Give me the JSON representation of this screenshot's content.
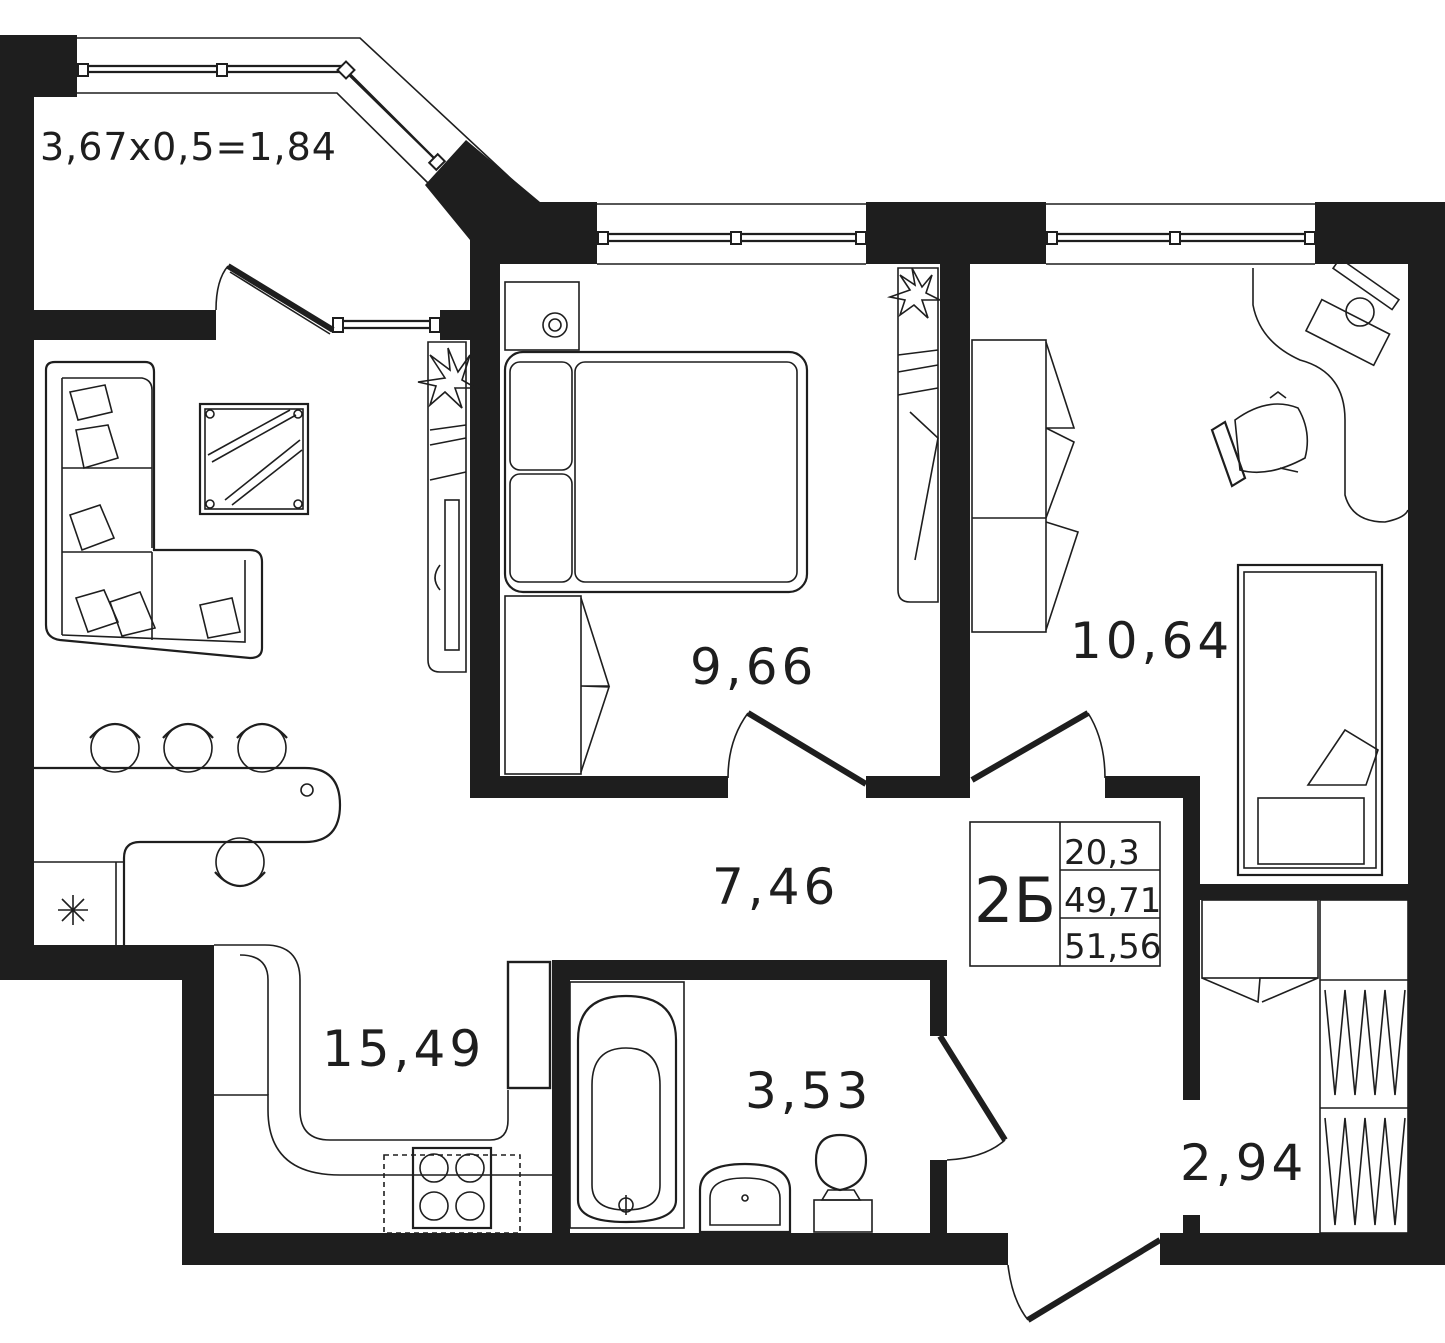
{
  "plan": {
    "unit_code": "2Б",
    "areas": {
      "living": "20,3",
      "total_no_balcony": "49,71",
      "total": "51,56"
    },
    "rooms": [
      {
        "id": "balcony",
        "label": "3,67х0,5=1,84"
      },
      {
        "id": "bedroom",
        "label": "9,66"
      },
      {
        "id": "room2",
        "label": "10,64"
      },
      {
        "id": "living-kitchen",
        "label": "15,49"
      },
      {
        "id": "hall",
        "label": "7,46"
      },
      {
        "id": "bathroom",
        "label": "3,53"
      },
      {
        "id": "closet-hall",
        "label": "2,94"
      }
    ]
  },
  "colors": {
    "wall": "#1e1e1e",
    "background": "#ffffff"
  }
}
